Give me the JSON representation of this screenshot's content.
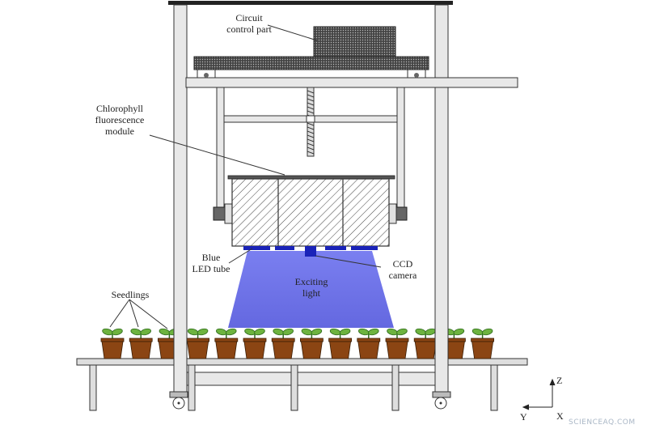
{
  "labels": {
    "circuit_line1": "Circuit",
    "circuit_line2": "control part",
    "chloro_line1": "Chlorophyll",
    "chloro_line2": "fluorescence",
    "chloro_line3": "module",
    "blue_line1": "Blue",
    "blue_line2": "LED tube",
    "ccd_line1": "CCD",
    "ccd_line2": "camera",
    "exciting_line1": "Exciting",
    "exciting_line2": "light",
    "seedlings": "Seedlings"
  },
  "axes": {
    "z": "Z",
    "x": "X",
    "y": "Y"
  },
  "watermark": "SCIENCEAQ.COM",
  "colors": {
    "light": "#6a6fe6",
    "led": "#1a23b8",
    "pot": "#8b4513",
    "leaf": "#6db33f",
    "frame": "#e6e6e6",
    "stroke": "#333333"
  },
  "plant_count": 14
}
